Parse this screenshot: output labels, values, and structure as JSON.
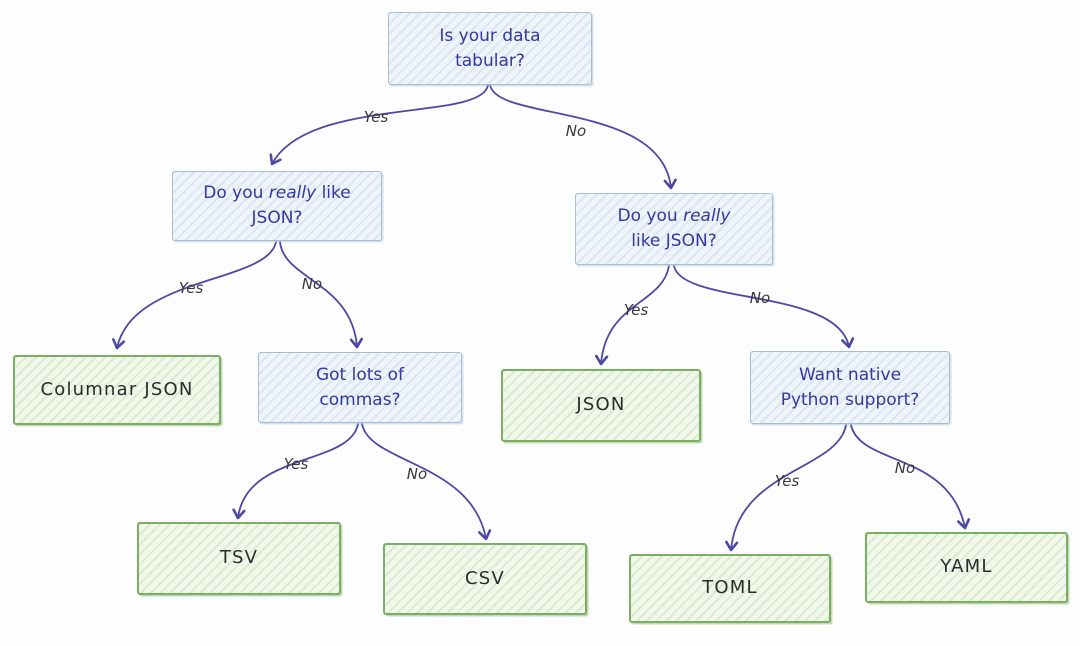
{
  "colors": {
    "background": "#fdfdfd",
    "question_fill": "#eef4f9",
    "question_border": "#a5bed4",
    "question_text": "#33399b",
    "result_fill": "#f1f7eb",
    "result_border": "#7aae63",
    "result_text": "#2b2b2b",
    "arrow": "#44409f",
    "edge_label_text": "#3a3a3a"
  },
  "nodes": {
    "root": {
      "type": "question",
      "label": "Is your data tabular?"
    },
    "q_left": {
      "type": "question",
      "pre": "Do you ",
      "em": "really",
      "post": " like JSON?"
    },
    "q_right": {
      "type": "question",
      "pre": "Do you ",
      "em": "really",
      "post": " like JSON?"
    },
    "commas": {
      "type": "question",
      "label": "Got lots of commas?"
    },
    "python": {
      "type": "question",
      "label": "Want native Python support?"
    },
    "columnar_json": {
      "type": "result",
      "label": "Columnar JSON"
    },
    "json": {
      "type": "result",
      "label": "JSON"
    },
    "tsv": {
      "type": "result",
      "label": "TSV"
    },
    "csv": {
      "type": "result",
      "label": "CSV"
    },
    "toml": {
      "type": "result",
      "label": "TOML"
    },
    "yaml": {
      "type": "result",
      "label": "YAML"
    }
  },
  "edges": {
    "root_yes": {
      "from": "root",
      "to": "q_left",
      "label": "Yes"
    },
    "root_no": {
      "from": "root",
      "to": "q_right",
      "label": "No"
    },
    "q_left_yes": {
      "from": "q_left",
      "to": "columnar_json",
      "label": "Yes"
    },
    "q_left_no": {
      "from": "q_left",
      "to": "commas",
      "label": "No"
    },
    "q_right_yes": {
      "from": "q_right",
      "to": "json",
      "label": "Yes"
    },
    "q_right_no": {
      "from": "q_right",
      "to": "python",
      "label": "No"
    },
    "commas_yes": {
      "from": "commas",
      "to": "tsv",
      "label": "Yes"
    },
    "commas_no": {
      "from": "commas",
      "to": "csv",
      "label": "No"
    },
    "python_yes": {
      "from": "python",
      "to": "toml",
      "label": "Yes"
    },
    "python_no": {
      "from": "python",
      "to": "yaml",
      "label": "No"
    }
  }
}
